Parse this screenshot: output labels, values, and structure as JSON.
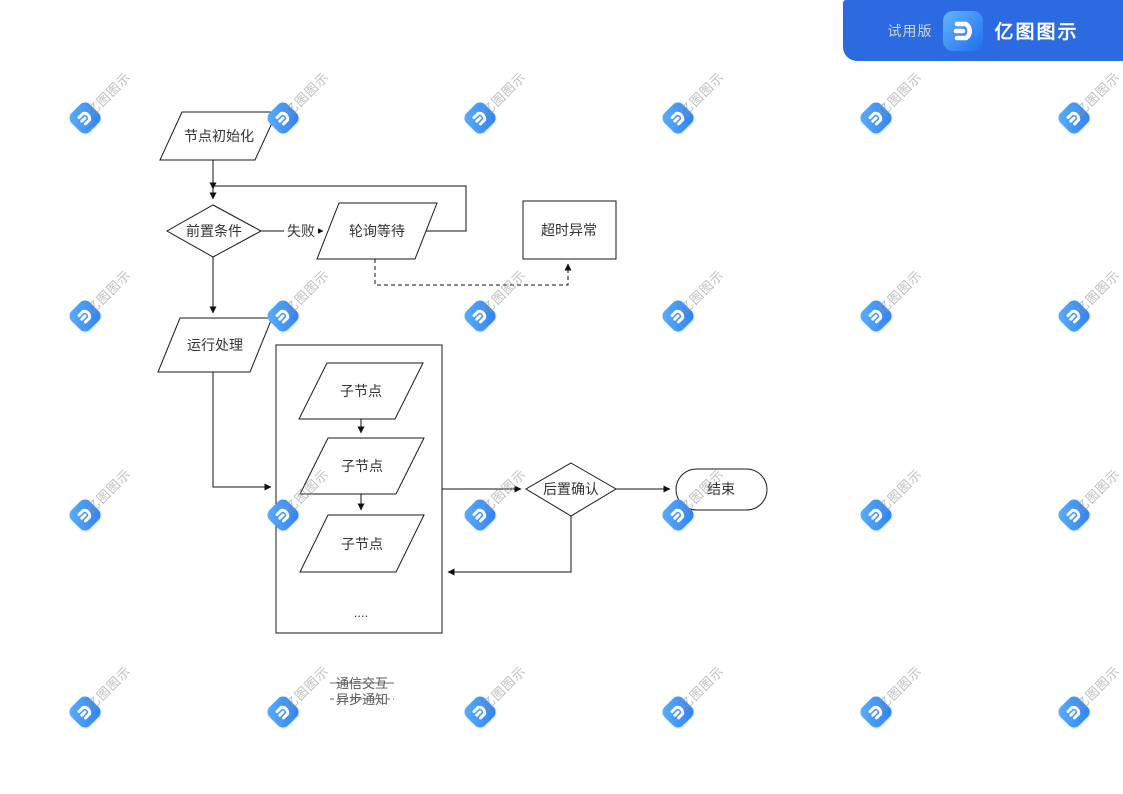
{
  "badge": {
    "trial_label": "试用版",
    "brand": "亿图图示"
  },
  "watermark": {
    "text": "亿图图示",
    "cols": [
      85,
      283,
      480,
      678,
      876,
      1074
    ],
    "rows": [
      118,
      316,
      515,
      712
    ]
  },
  "colors": {
    "badge_blue": "#2b6ae1",
    "logo_gradient_start": "#5cb0fa",
    "logo_gradient_end": "#2e7ff1",
    "shape_stroke": "#1a1a1a",
    "shape_fill": "#ffffff",
    "text_color": "#333333",
    "watermark_gray": "#949494"
  },
  "flowchart": {
    "nodes": {
      "init": {
        "label": "节点初始化",
        "type": "parallelogram"
      },
      "precondition": {
        "label": "前置条件",
        "type": "diamond"
      },
      "fail": {
        "label": "失败",
        "type": "edge-label"
      },
      "polling": {
        "label": "轮询等待",
        "type": "parallelogram"
      },
      "timeout": {
        "label": "超时异常",
        "type": "rectangle"
      },
      "run": {
        "label": "运行处理",
        "type": "parallelogram"
      },
      "child1": {
        "label": "子节点",
        "type": "parallelogram"
      },
      "child2": {
        "label": "子节点",
        "type": "parallelogram"
      },
      "child3": {
        "label": "子节点",
        "type": "parallelogram"
      },
      "ellipsis": {
        "label": "....",
        "type": "text"
      },
      "confirm": {
        "label": "后置确认",
        "type": "diamond"
      },
      "end": {
        "label": "结束",
        "type": "terminator"
      }
    },
    "legend": [
      {
        "label": "通信交互",
        "line": "solid"
      },
      {
        "label": "异步通知",
        "line": "dashed"
      }
    ]
  }
}
